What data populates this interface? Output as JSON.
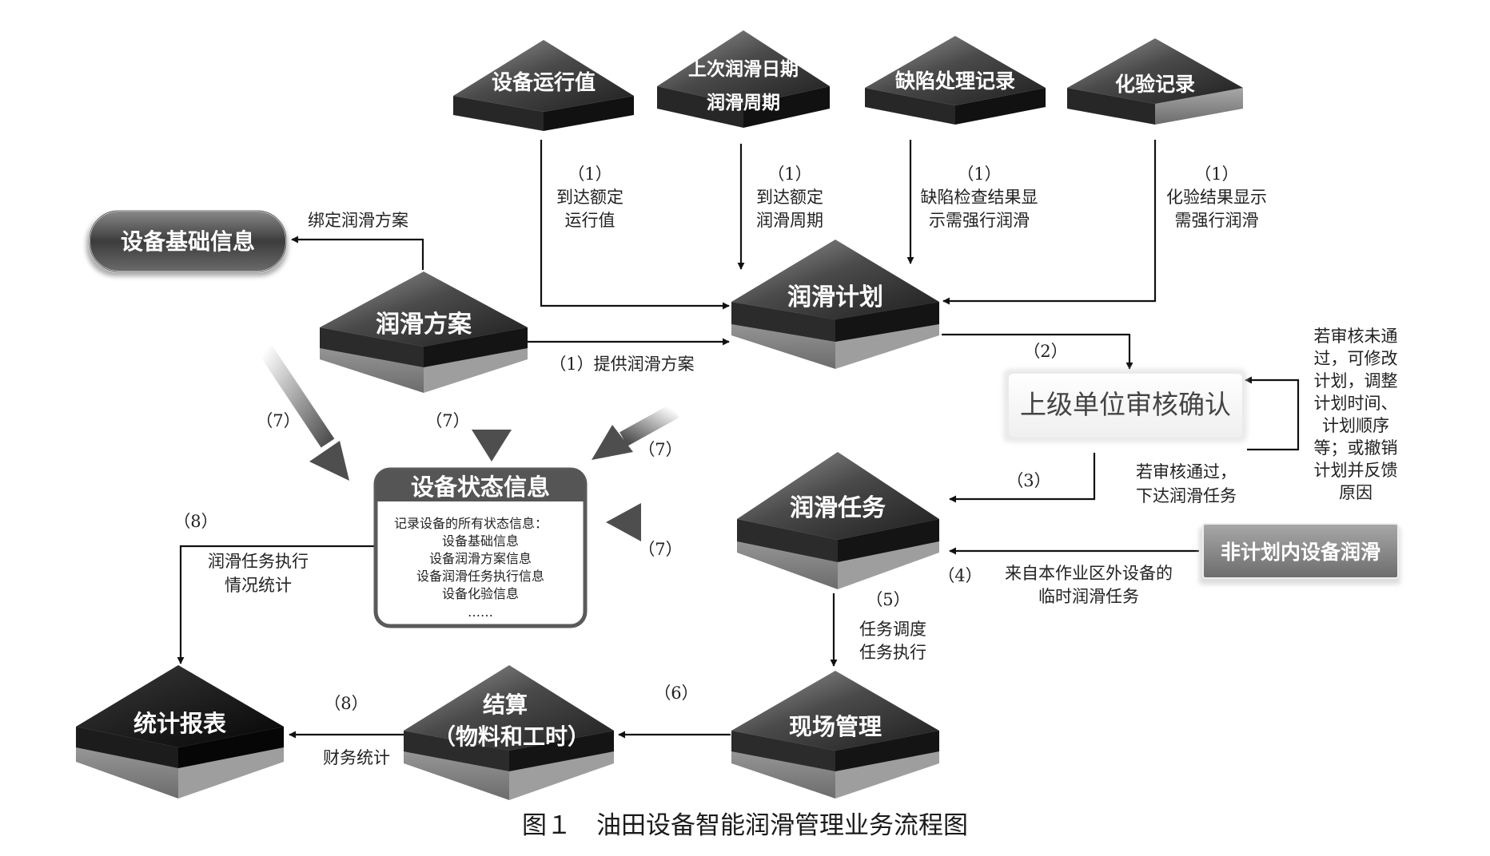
{
  "nodes": {
    "device_run_value": "设备运行值",
    "last_lube_date": "上次润滑日期",
    "lube_cycle": "润滑周期",
    "defect_record": "缺陷处理记录",
    "lab_record": "化验记录",
    "device_basic_info": "设备基础信息",
    "lube_scheme": "润滑方案",
    "lube_plan": "润滑计划",
    "superior_review": "上级单位审核确认",
    "device_status_info": {
      "title": "设备状态信息",
      "lines": [
        "记录设备的所有状态信息：",
        "设备基础信息",
        "设备润滑方案信息",
        "设备润滑任务执行信息",
        "设备化验信息",
        "……"
      ]
    },
    "lube_task": "润滑任务",
    "unplanned_lube": "非计划内设备润滑",
    "site_management": "现场管理",
    "settlement_line1": "结算",
    "settlement_line2": "（物料和工时）",
    "statistic_report": "统计报表"
  },
  "labels": {
    "e1a_num": "（1）",
    "e1a_l1": "到达额定",
    "e1a_l2": "运行值",
    "e1b_num": "（1）",
    "e1b_l1": "到达额定",
    "e1b_l2": "润滑周期",
    "e1c_num": "（1）",
    "e1c_l1": "缺陷检查结果显",
    "e1c_l2": "示需强行润滑",
    "e1d_num": "（1）",
    "e1d_l1": "化验结果显示",
    "e1d_l2": "需强行润滑",
    "bind_scheme": "绑定润滑方案",
    "provide_scheme": "（1）提供润滑方案",
    "e2": "（2）",
    "reject_lines": [
      "若审核未通",
      "过，可修改",
      "计划，调整",
      "计划时间、",
      "计划顺序",
      "等；或撤销",
      "计划并反馈",
      "原因"
    ],
    "e3": "（3）",
    "approve_l1": "若审核通过，",
    "approve_l2": "下达润滑任务",
    "e4": "（4）",
    "temp_l1": "来自本作业区外设备的",
    "temp_l2": "临时润滑任务",
    "e5": "（5）",
    "dispatch_l1": "任务调度",
    "dispatch_l2": "任务执行",
    "e6": "（6）",
    "e7_a": "（7）",
    "e7_b": "（7）",
    "e7_c": "（7）",
    "e7_d": "（7）",
    "e8_a": "（8）",
    "exec_stats_l1": "润滑任务执行",
    "exec_stats_l2": "情况统计",
    "e8_b": "（8）",
    "finance_stats": "财务统计"
  },
  "caption": "图１　油田设备智能润滑管理业务流程图"
}
